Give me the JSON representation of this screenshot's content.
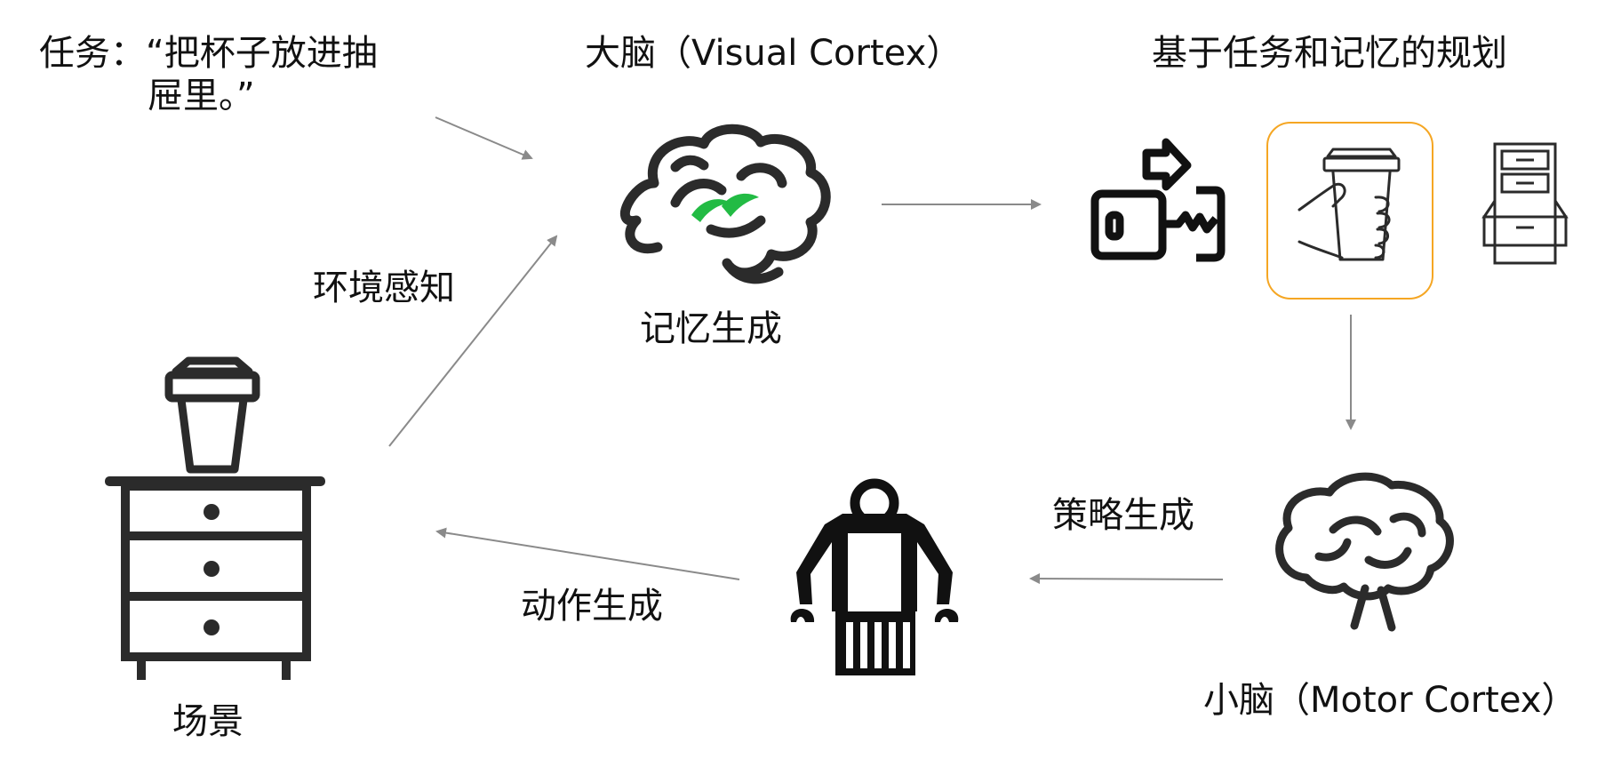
{
  "task": {
    "line1": "任务：“把杯子放进抽",
    "line2": "屉里。”"
  },
  "visual_cortex_title": "大脑（Visual Cortex）",
  "planning_title": "基于任务和记忆的规划",
  "perception_label": "环境感知",
  "memory_generation_label": "记忆生成",
  "policy_generation_label": "策略生成",
  "action_generation_label": "动作生成",
  "scene_label": "场景",
  "motor_cortex_title": "小脑（Motor Cortex）",
  "colors": {
    "highlight_green": "#22bb44",
    "selection_orange": "#f5a623",
    "arrow_gray": "#8a8a8a",
    "icon_dark": "#2b2b2b"
  },
  "icons": [
    "nightstand-icon",
    "coffee-cup-icon",
    "brain-icon",
    "key-icon",
    "hand-holding-cup-icon",
    "drawer-cabinet-icon",
    "robot-icon",
    "cerebellum-brain-icon"
  ]
}
